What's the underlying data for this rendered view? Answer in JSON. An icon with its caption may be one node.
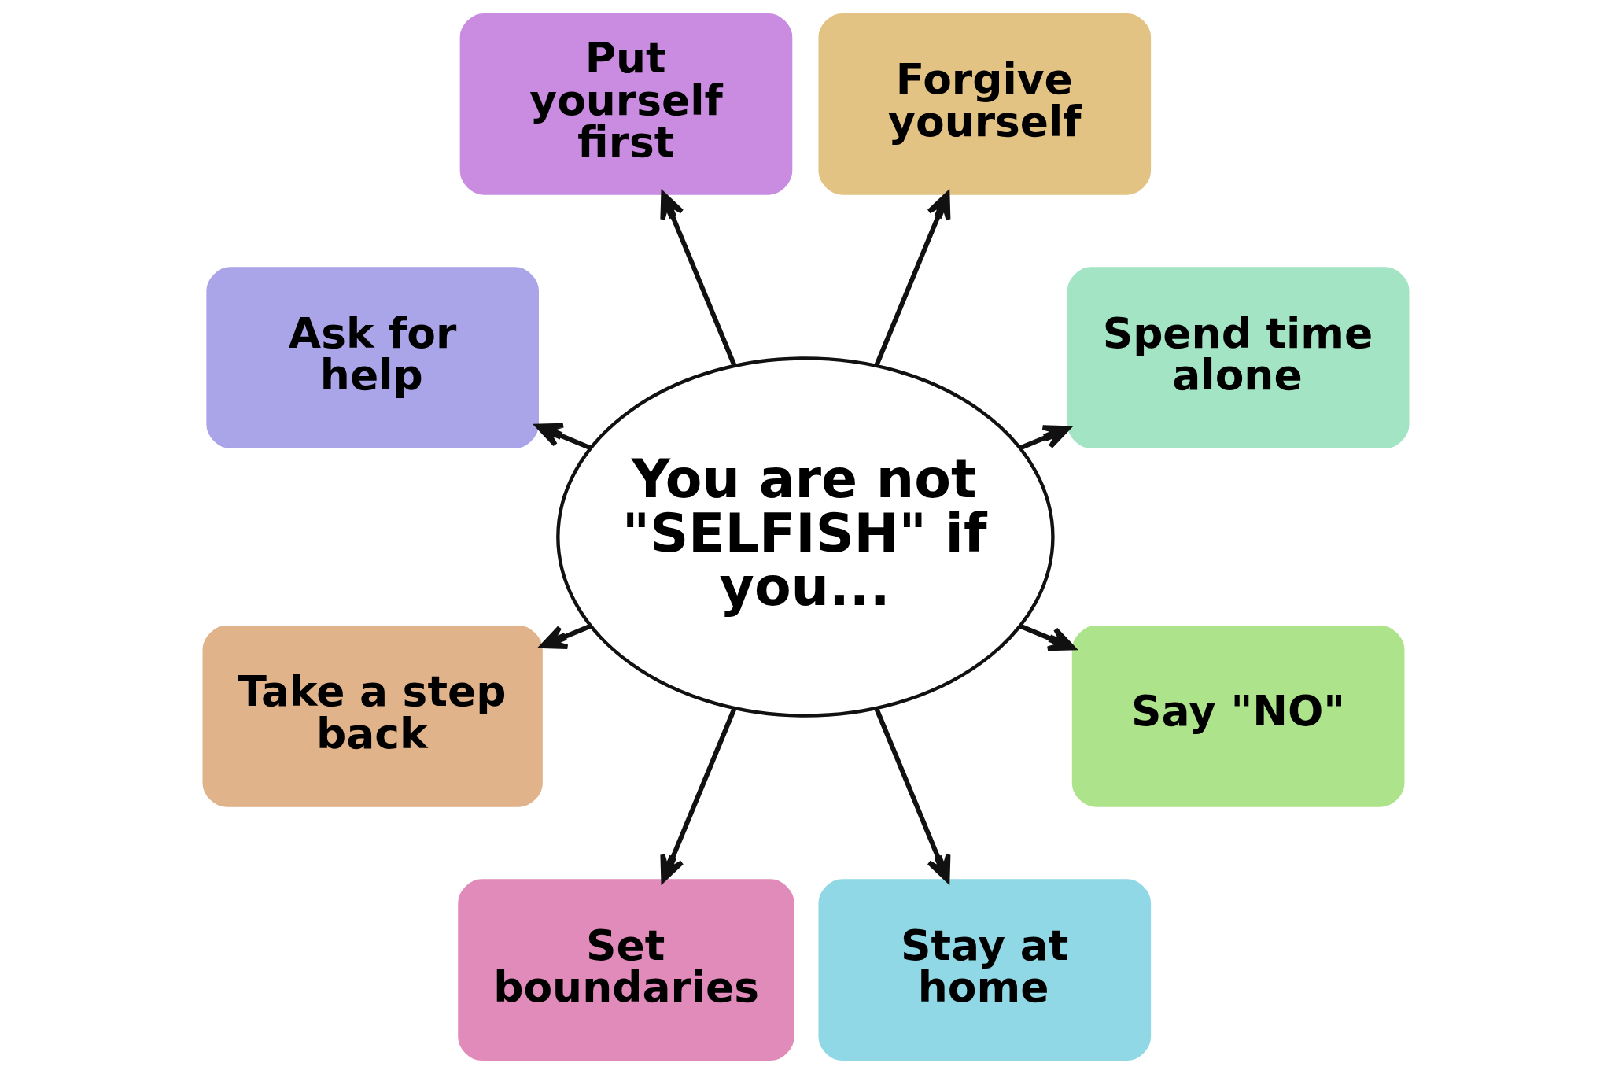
{
  "diagram": {
    "nodes": [
      {
        "text": [
          "You are not \"SELFISH\" if you..."
        ]
      },
      {
        "text": [
          "Spend time alone"
        ]
      },
      {
        "text": [
          "Forgive yourself"
        ]
      },
      {
        "text": [
          "Put yourself first"
        ]
      },
      {
        "text": [
          "Ask for help"
        ]
      },
      {
        "text": [
          "Take a step back"
        ]
      },
      {
        "text": [
          "Set boundaries"
        ]
      },
      {
        "text": [
          "Stay at home"
        ]
      },
      {
        "text": [
          "Say \"NO\""
        ]
      }
    ],
    "edges": [
      {
        "from": 0,
        "to": 1,
        "arrow": "to"
      },
      {
        "from": 0,
        "to": 2,
        "arrow": "to"
      },
      {
        "from": 0,
        "to": 4,
        "arrow": "to"
      },
      {
        "from": 0,
        "to": 6,
        "arrow": "to"
      },
      {
        "from": 0,
        "to": 8,
        "arrow": "to"
      },
      {
        "from": 0,
        "to": 7,
        "arrow": "to"
      },
      {
        "from": 0,
        "to": 5,
        "arrow": "to"
      },
      {
        "from": 0,
        "to": 3,
        "arrow": "to"
      }
    ]
  }
}
